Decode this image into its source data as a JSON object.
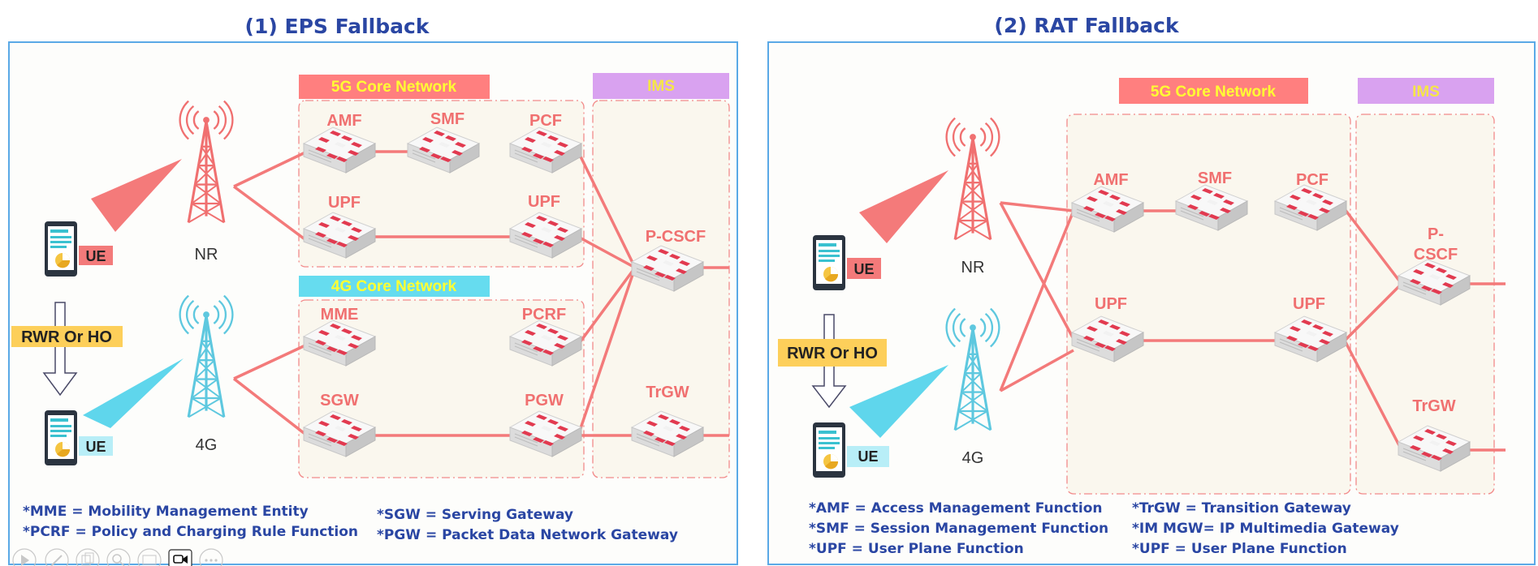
{
  "colors": {
    "heading": "#2a46a3",
    "frame": "#5aa9e6",
    "link": "#f37a7a",
    "core5g_band": "#ff7f7f",
    "core4g_band": "#66dcef",
    "ims_band": "#d9a2f0",
    "nr_beam": "#f47a7a",
    "lte_beam": "#5fd6ec",
    "tag_orange": "#fdcf5a"
  },
  "eps": {
    "title": "(1) EPS Fallback",
    "core5g_label": "5G Core Network",
    "core4g_label": "4G Core Network",
    "ims_label": "IMS",
    "nr_label": "NR",
    "lte_label": "4G",
    "ue_top": "UE",
    "ue_bottom": "UE",
    "move_label": "RWR Or HO",
    "nodes": {
      "amf": "AMF",
      "smf": "SMF",
      "pcf": "PCF",
      "upf1": "UPF",
      "upf2": "UPF",
      "mme": "MME",
      "pcrf": "PCRF",
      "sgw": "SGW",
      "pgw": "PGW",
      "pcscf": "P-CSCF",
      "trgw": "TrGW"
    },
    "notes": [
      "*MME = Mobility Management Entity",
      "*PCRF = Policy and Charging Rule Function",
      "*SGW = Serving Gateway",
      "*PGW = Packet Data Network Gateway"
    ]
  },
  "rat": {
    "title": "(2) RAT Fallback",
    "core5g_label": "5G Core Network",
    "ims_label": "IMS",
    "nr_label": "NR",
    "lte_label": "4G",
    "ue_top": "UE",
    "ue_bottom": "UE",
    "move_label": "RWR Or HO",
    "nodes": {
      "amf": "AMF",
      "smf": "SMF",
      "pcf": "PCF",
      "upf1": "UPF",
      "upf2": "UPF",
      "pcscf_line1": "P-",
      "pcscf_line2": "CSCF",
      "trgw": "TrGW"
    },
    "notes": [
      "*AMF = Access Management Function",
      "*SMF = Session Management Function",
      "*UPF = User Plane Function",
      "*TrGW = Transition Gateway",
      "*IM MGW= IP Multimedia Gateway",
      "*UPF = User Plane Function"
    ]
  },
  "toolbar": {
    "icons": [
      "play-icon",
      "pen-icon",
      "copy-icon",
      "zoom-icon",
      "slides-icon",
      "camera-icon",
      "more-icon"
    ]
  }
}
